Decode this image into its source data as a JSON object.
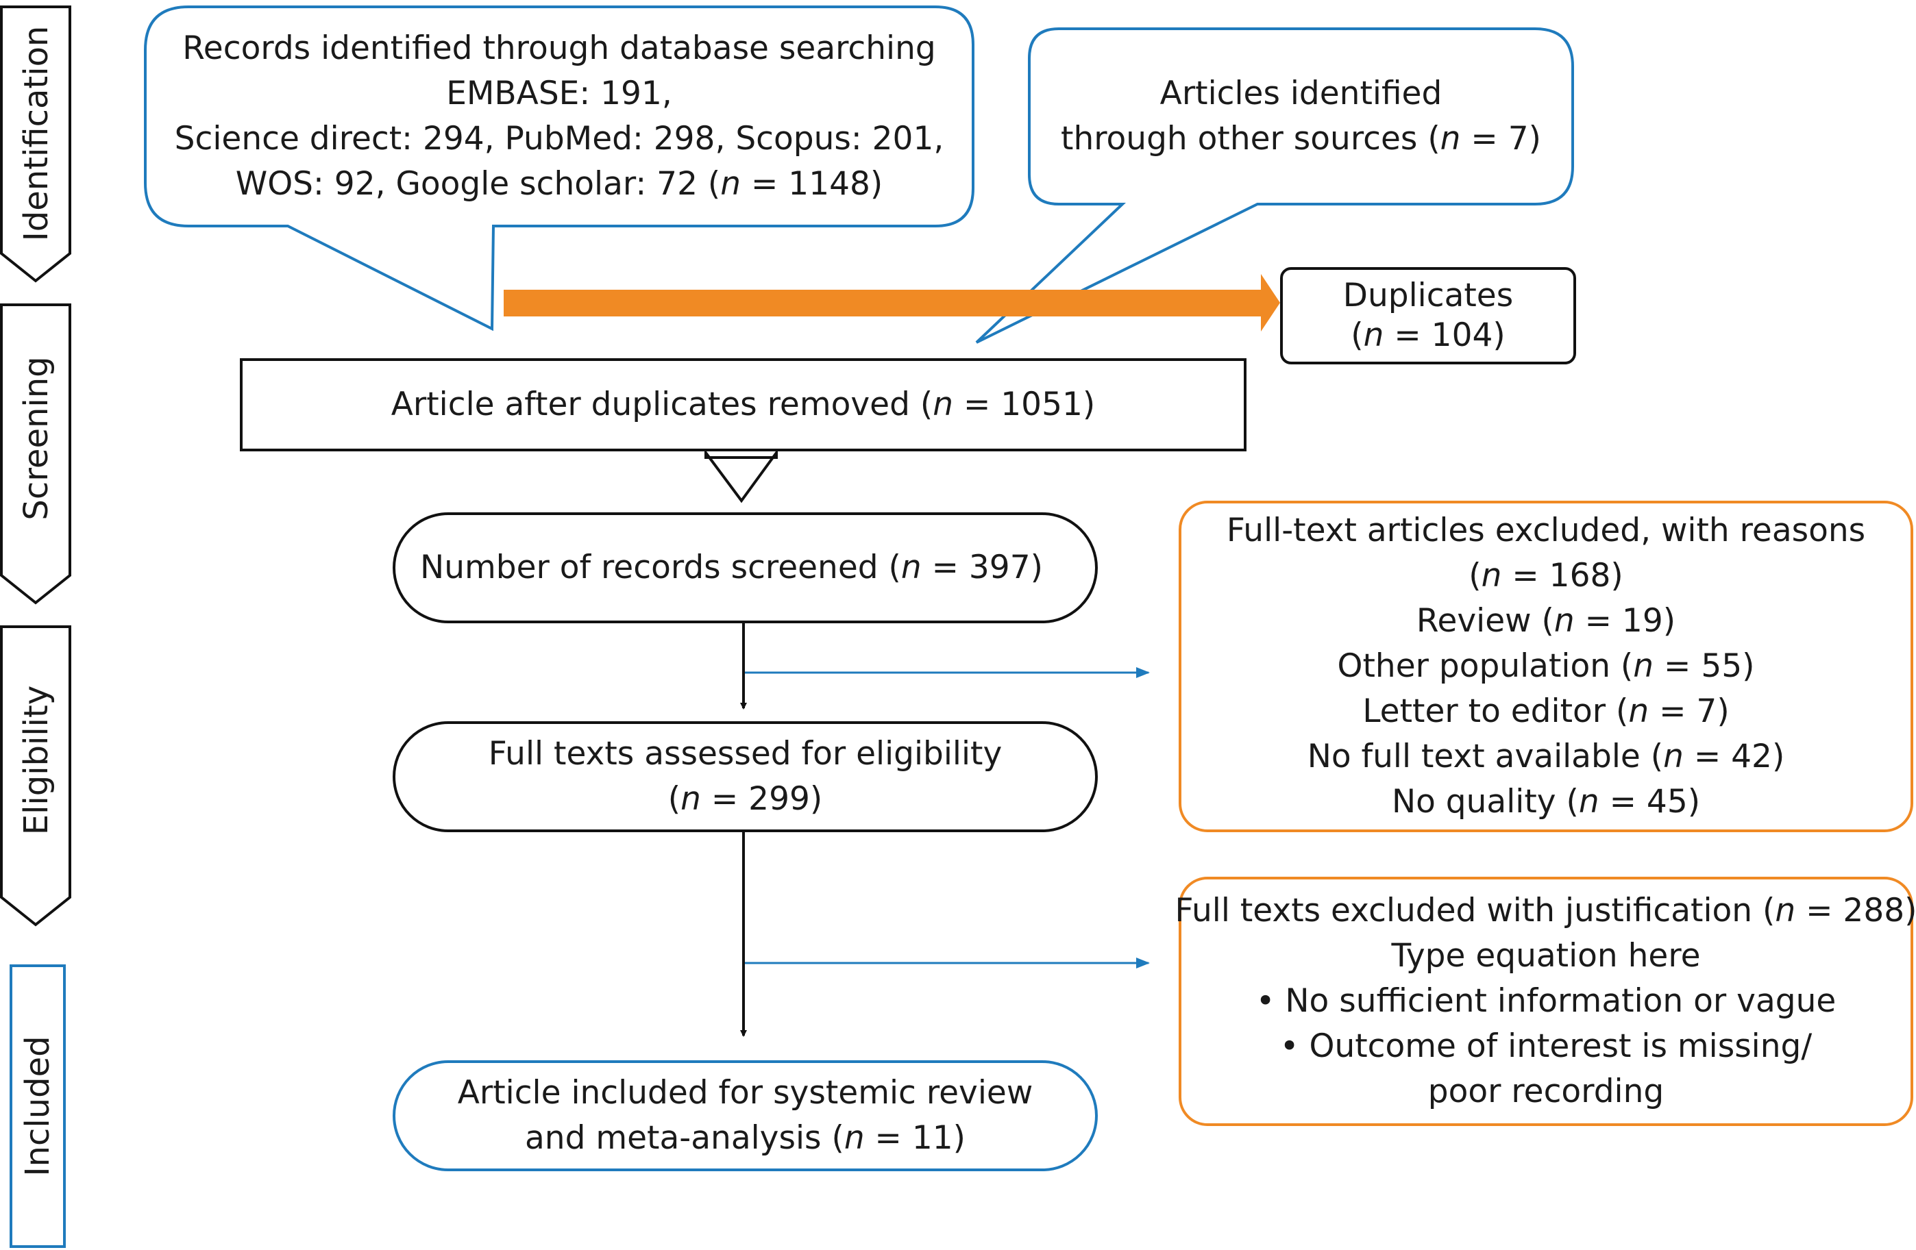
{
  "colors": {
    "blue": "#1f7bbd",
    "orange": "#f08a24",
    "black": "#111111"
  },
  "stages": [
    {
      "id": "identification",
      "label": "Identification"
    },
    {
      "id": "screening",
      "label": "Screening"
    },
    {
      "id": "eligibility",
      "label": "Eligibility"
    },
    {
      "id": "included",
      "label": "Included"
    }
  ],
  "boxes": {
    "database": {
      "lines": [
        "Records identified through database searching",
        "EMBASE: 191,",
        "Science direct: 294, PubMed: 298, Scopus: 201,",
        "WOS: 92, Google scholar: 72 (<i>n</i> = 1148)"
      ]
    },
    "other_sources": {
      "lines": [
        "Articles identified",
        "through other sources (<i>n</i> = 7)"
      ]
    },
    "duplicates": {
      "lines": [
        "Duplicates",
        "(<i>n</i> = 104)"
      ]
    },
    "after_duplicates": {
      "lines": [
        "Article after duplicates removed (<i>n</i> = 1051)"
      ]
    },
    "screened": {
      "lines": [
        "Number of records screened (<i>n</i> = 397)"
      ]
    },
    "excluded_reasons": {
      "lines": [
        "Full-text articles excluded, with reasons",
        "(<i>n</i> = 168)",
        "Review (<i>n</i> = 19)",
        "Other population (<i>n</i> = 55)",
        "Letter to editor (<i>n</i> = 7)",
        "No full text available (<i>n</i> = 42)",
        "No quality (<i>n</i> = 45)"
      ]
    },
    "assessed": {
      "lines": [
        "Full texts assessed for eligibility",
        "(<i>n</i> = 299)"
      ]
    },
    "excluded_justification": {
      "lines": [
        "Full texts excluded with justification (<i>n</i> = 288)",
        "Type equation here",
        "• No sufficient information or vague",
        "• Outcome of interest is missing/",
        "poor recording"
      ]
    },
    "included": {
      "lines": [
        "Article included for systemic review",
        "and meta-analysis (<i>n</i> = 11)"
      ]
    }
  }
}
